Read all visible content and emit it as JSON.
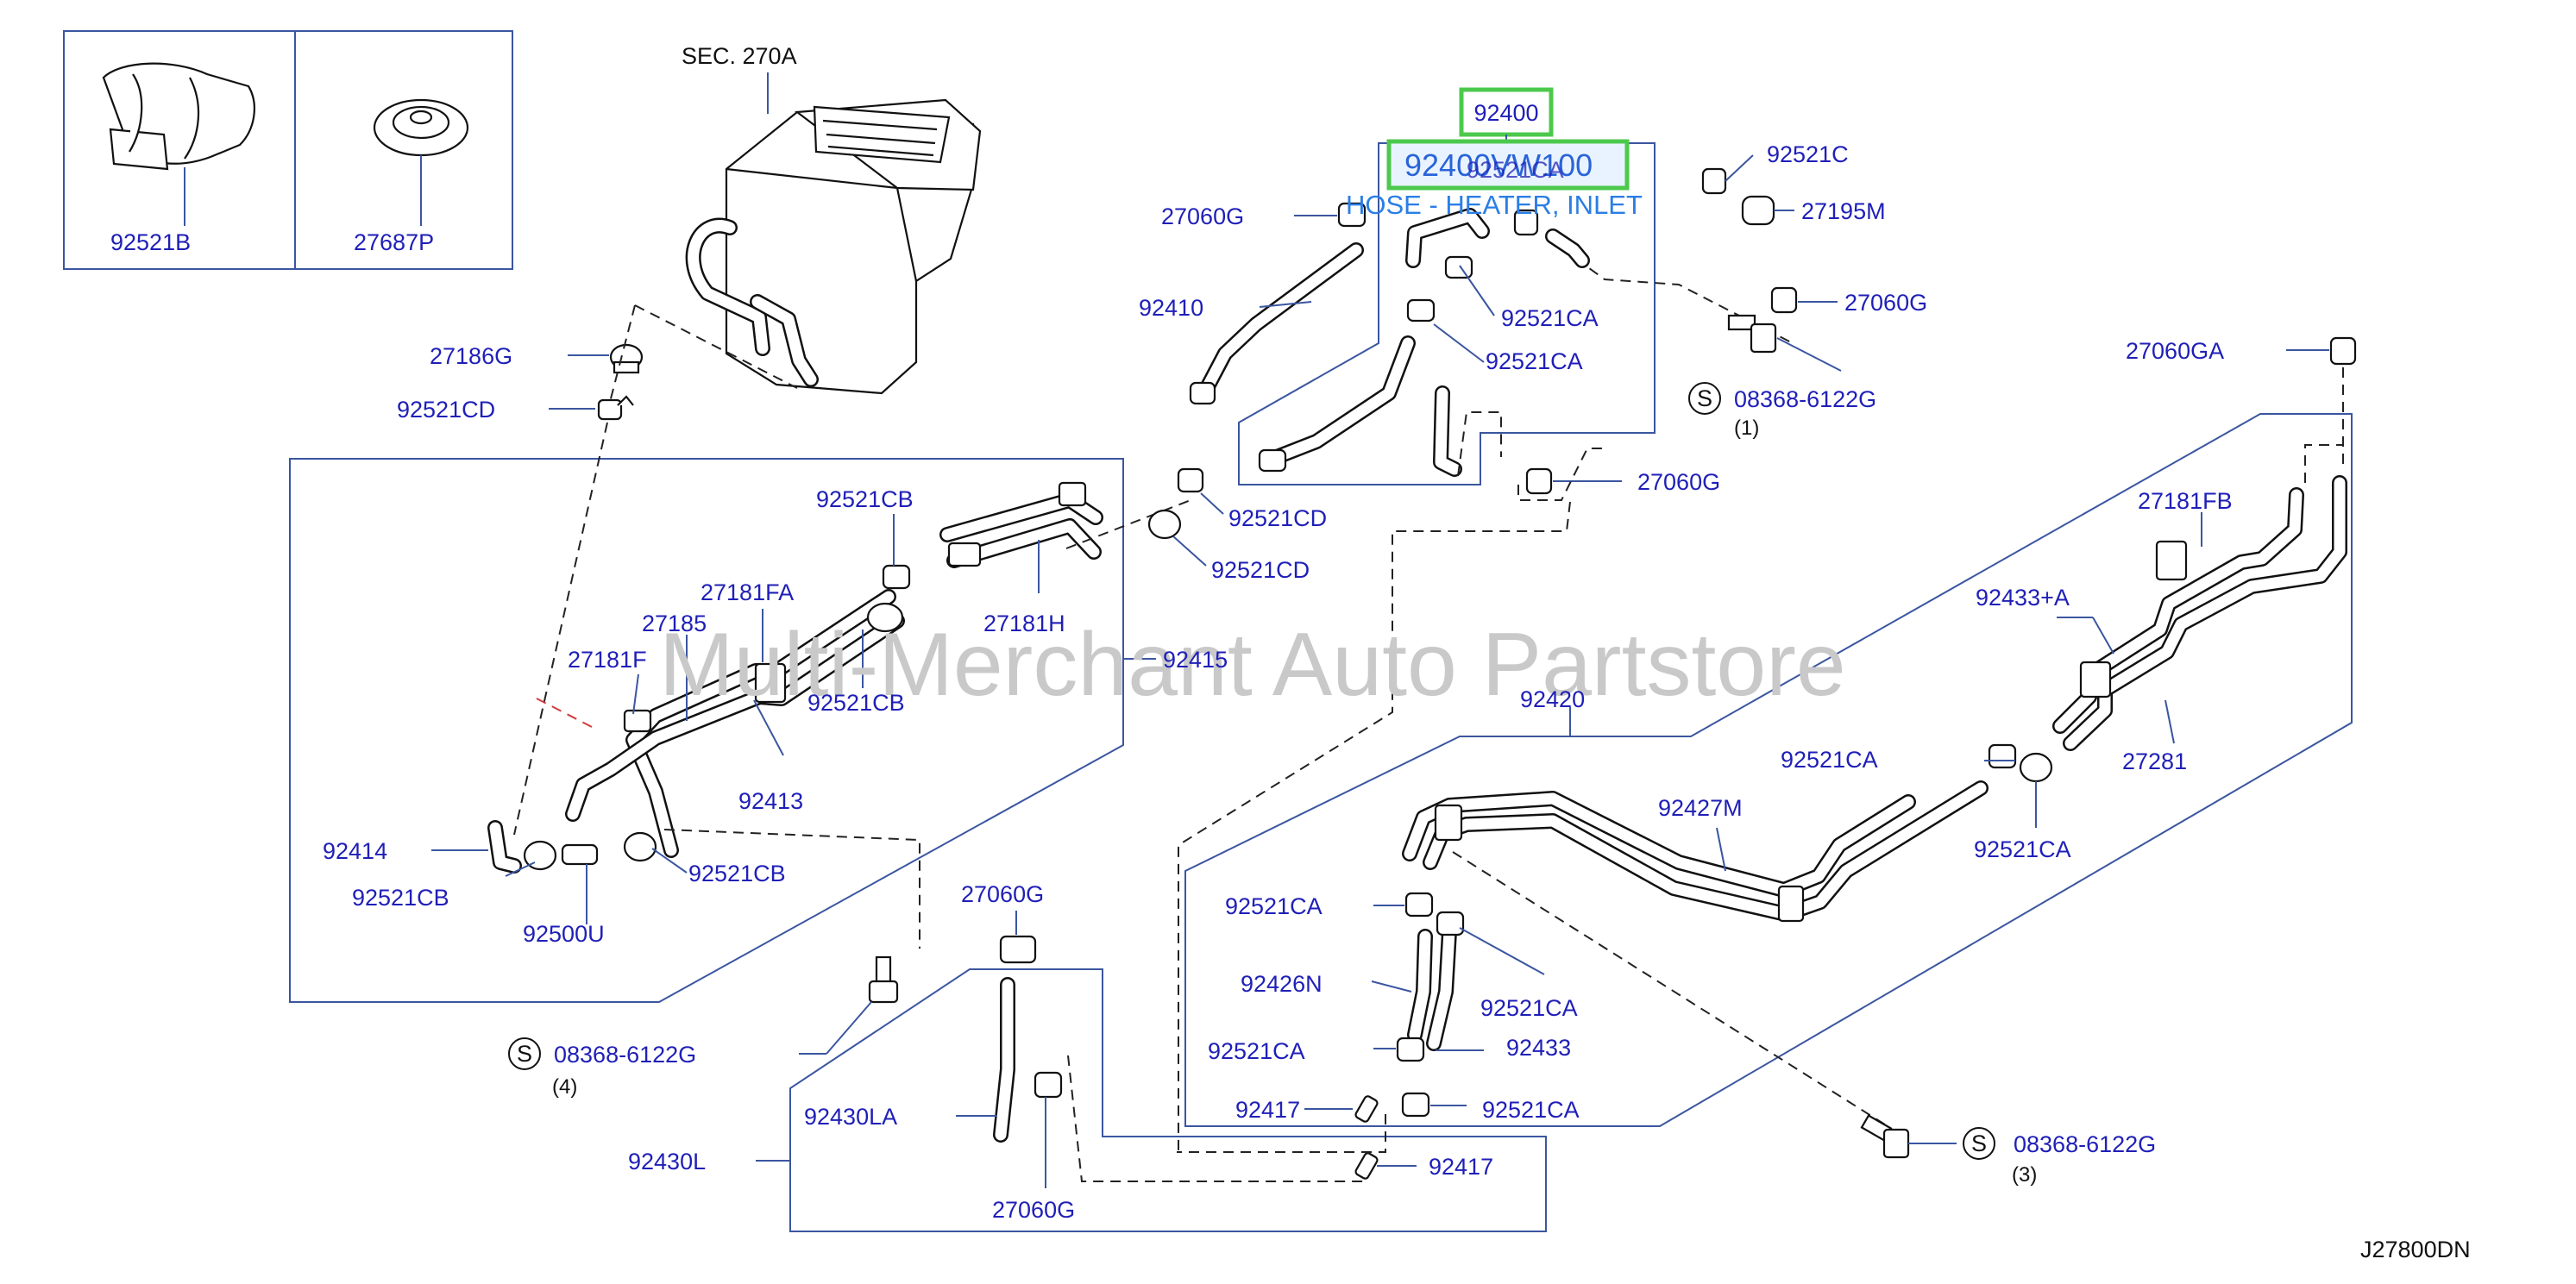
{
  "diagram": {
    "section_ref": "SEC. 270A",
    "watermark": "Multi-Merchant Auto Partstore",
    "diagram_code": "J27800DN",
    "highlight": {
      "ref": "92400",
      "part_number": "92400VW100",
      "description": "HOSE - HEATER, INLET"
    },
    "labels": {
      "p92521B": "92521B",
      "p27687P": "27687P",
      "p27186G": "27186G",
      "p92521CD_a": "92521CD",
      "p92521CB_a": "92521CB",
      "p27181FA": "27181FA",
      "p27185": "27185",
      "p27181F": "27181F",
      "p27181H": "27181H",
      "p92415": "92415",
      "p92521CB_b": "92521CB",
      "p92413": "92413",
      "p92414": "92414",
      "p92521CB_c": "92521CB",
      "p92521CB_d": "92521CB",
      "p92500U": "92500U",
      "p08368_4": "08368-6122G",
      "p08368_4_qty": "(4)",
      "p27060G_a": "27060G",
      "p92410": "92410",
      "p92521CA_a": "92521CA",
      "p92521CA_b": "92521CA",
      "p92521CA_c": "92521CA",
      "p92521C": "92521C",
      "p27195M": "27195M",
      "p27060G_b": "27060G",
      "p08368_1": "08368-6122G",
      "p08368_1_qty": "(1)",
      "p92521CD_b": "92521CD",
      "p92521CD_c": "92521CD",
      "p27060G_c": "27060G",
      "p27060GA": "27060GA",
      "p27181FB": "27181FB",
      "p92433A": "92433+A",
      "p92420": "92420",
      "p92521CA_d": "92521CA",
      "p92427M": "92427M",
      "p27281": "27281",
      "p92521CA_e": "92521CA",
      "p92521CA_f": "92521CA",
      "p92426N": "92426N",
      "p92521CA_g": "92521CA",
      "p92521CA_h": "92521CA",
      "p92433": "92433",
      "p92417_a": "92417",
      "p92521CA_i": "92521CA",
      "p92417_b": "92417",
      "p27060G_d": "27060G",
      "p92430LA": "92430LA",
      "p92430L": "92430L",
      "p27060G_e": "27060G",
      "p08368_3": "08368-6122G",
      "p08368_3_qty": "(3)",
      "s_symbol": "S"
    }
  }
}
